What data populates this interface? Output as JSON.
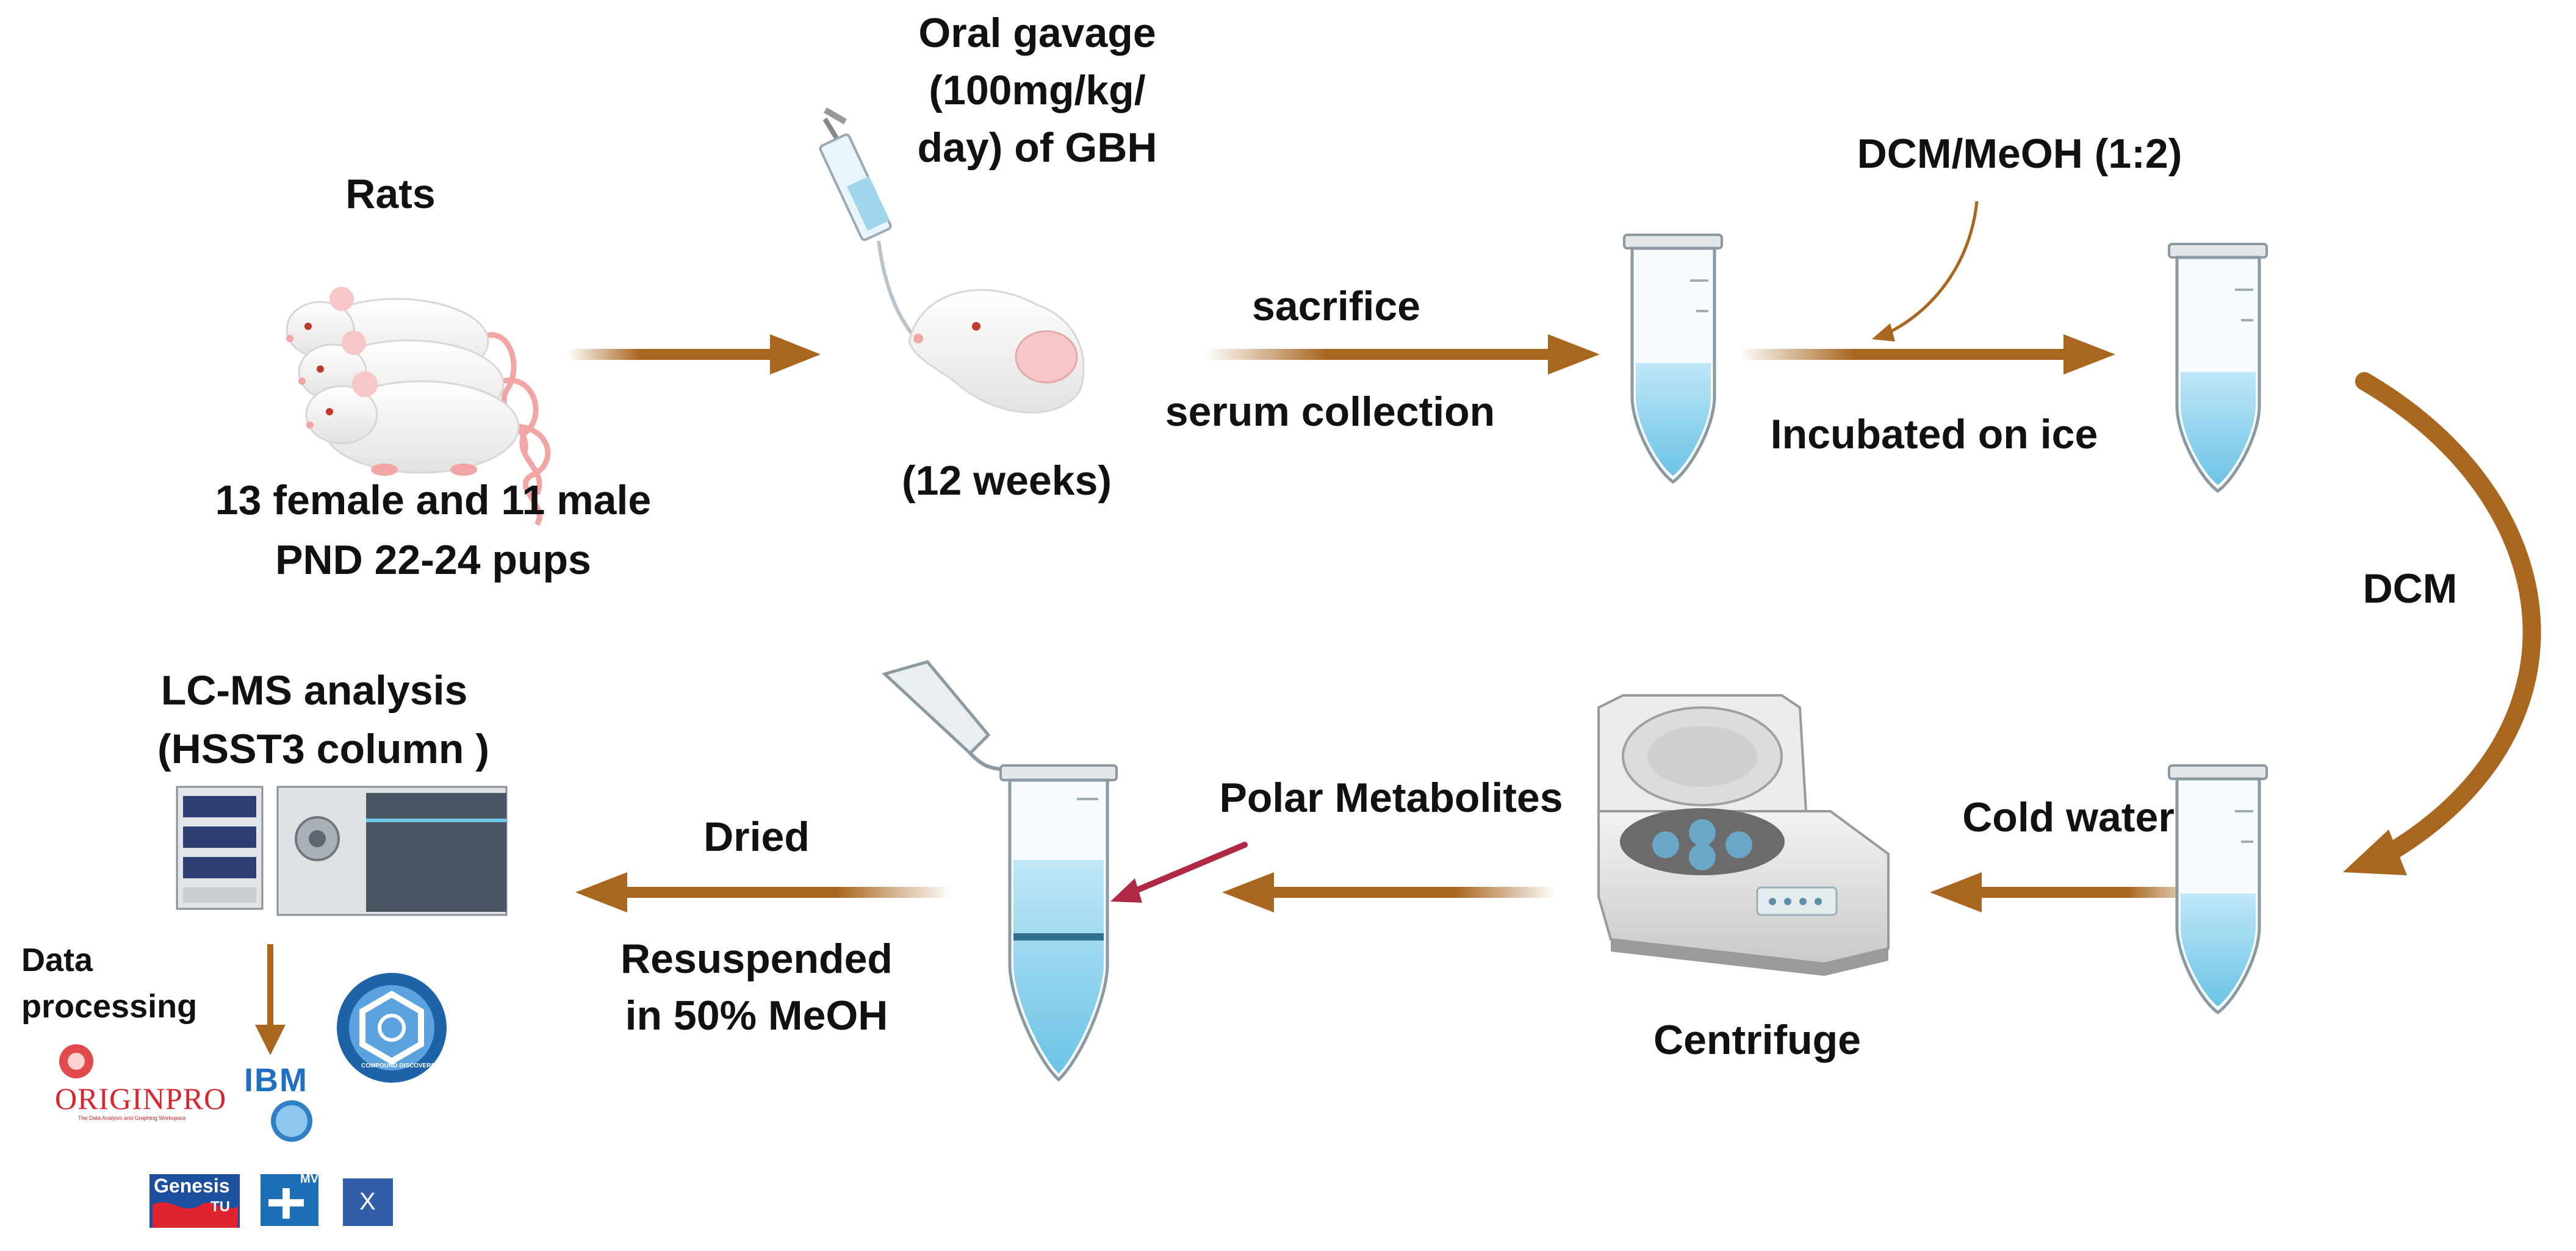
{
  "labels": {
    "rats": "Rats",
    "rats_desc_1": "13 female and 11 male",
    "rats_desc_2": "PND 22-24 pups",
    "gavage_1": "Oral gavage",
    "gavage_2": "(100mg/kg/",
    "gavage_3": "day) of GBH",
    "duration": "(12 weeks)",
    "sacrifice": "sacrifice",
    "serum": "serum collection",
    "solvent": "DCM/MeOH (1:2)",
    "incubated": "Incubated on ice",
    "dcm": "DCM",
    "cold_water": "Cold water",
    "centrifuge": "Centrifuge",
    "polar": "Polar Metabolites",
    "dried": "Dried",
    "resuspend_1": "Resuspended",
    "resuspend_2": "in 50% MeOH",
    "lcms_1": "LC-MS analysis",
    "lcms_2": "(HSST3 column )",
    "data_1": "Data",
    "data_2": "processing"
  },
  "software": {
    "originpro": "ORIGINPRO",
    "originpro_tagline": "The Data Analysis and Graphing Workspace",
    "ibm": "IBM",
    "compound": "COMPOUND DISCOVERER",
    "genesis": "Genesis",
    "genesis_sub": "TU",
    "simca": "MV",
    "xcalibur": "X"
  },
  "colors": {
    "arrow": "#a8661f",
    "tube_liquid": "#8fd3ee",
    "pointer": "#b02a45"
  }
}
